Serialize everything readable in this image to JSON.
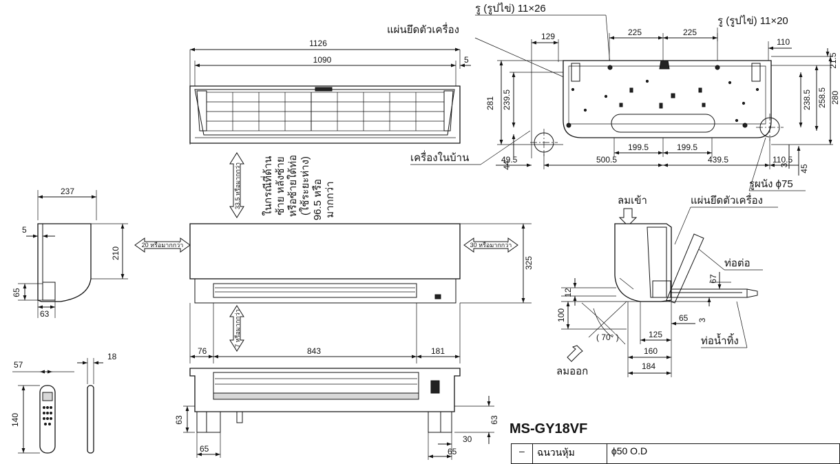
{
  "model": {
    "name": "MS-GY18VF"
  },
  "indoor_front": {
    "width_overall": "1126",
    "width_inner": "1090",
    "edge_offset": "5"
  },
  "mount_plate": {
    "title": "แผ่นยึดตัวเครื่อง",
    "hole_left": "รู (รูปไข่) 11×26",
    "hole_right": "รู (รูปไข่) 11×20",
    "dim_129": "129",
    "dim_225a": "225",
    "dim_225b": "225",
    "dim_110": "110",
    "dim_21_5": "21.5",
    "dim_281": "281",
    "dim_239_5": "239.5",
    "dim_238_5": "238.5",
    "dim_258_5": "258.5",
    "dim_280": "280",
    "dim_44": "44",
    "dim_45": "45",
    "dim_3": "3",
    "dim_49_5": "49.5",
    "dim_500_5": "500.5",
    "dim_199_5a": "199.5",
    "dim_199_5b": "199.5",
    "dim_439_5": "439.5",
    "dim_110_5": "110.5",
    "indoor_unit_label": "เครื่องในบ้าน",
    "wall_hole_label": "รูผนัง ϕ75"
  },
  "clearance": {
    "top": "33.5 หรือมากกว่า",
    "left": "20 หรือมากกว่า",
    "right": "30 หรือมากกว่า",
    "bottom": "7 หรือมากกว่า",
    "note_line1": "ในกรณีที่ด้าน",
    "note_line2": "ซ้าย หลังซ้าย",
    "note_line3": "หรือซ้ายใต้ท่อ",
    "note_line4": "(ใช้ระยะห่าง)",
    "note_line5": "96.5 หรือ",
    "note_line6": "มากกว่า"
  },
  "front_main": {
    "height": "325",
    "dim_76": "76",
    "dim_843": "843",
    "dim_181": "181"
  },
  "bottom_view": {
    "dim_63_left": "63",
    "dim_63_right": "63",
    "dim_65_left": "65",
    "dim_65_right": "65",
    "dim_30": "30"
  },
  "side_view": {
    "depth": "237",
    "dim_5": "5",
    "height": "210",
    "dim_65": "65",
    "dim_63": "63"
  },
  "remote": {
    "width": "57",
    "thickness": "18",
    "height": "140"
  },
  "side_install": {
    "air_in": "ลมเข้า",
    "air_out": "ลมออก",
    "mount_plate": "แผ่นยึดตัวเครื่อง",
    "pipe_connect": "ท่อต่อ",
    "drain_pipe": "ท่อน้ำทิ้ง",
    "dim_12": "12",
    "dim_67": "67",
    "dim_100": "100",
    "dim_3": "3",
    "dim_65": "65",
    "angle": "( 70° )",
    "dim_125": "125",
    "dim_160": "160",
    "dim_184": "184"
  },
  "spec_table": {
    "row1": {
      "col1": "–",
      "col2": "ฉนวนหุ้ม",
      "col3": "ϕ50 O.D"
    }
  }
}
